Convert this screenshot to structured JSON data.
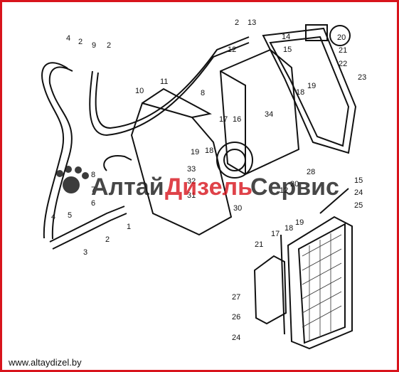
{
  "diagram": {
    "labels": [
      "1",
      "2",
      "2",
      "2",
      "2",
      "3",
      "4",
      "4",
      "5",
      "6",
      "7",
      "8",
      "8",
      "9",
      "10",
      "11",
      "12",
      "12",
      "13",
      "14",
      "15",
      "15",
      "16",
      "17",
      "17",
      "18",
      "18",
      "18",
      "19",
      "19",
      "19",
      "20",
      "20",
      "21",
      "21",
      "22",
      "23",
      "24",
      "24",
      "25",
      "26",
      "27",
      "28",
      "30",
      "31",
      "32",
      "33",
      "34"
    ]
  },
  "watermark": {
    "part1": "Алтай",
    "part2": "Дизель",
    "part3": "Сервис",
    "color_dark": "#1a1a1a",
    "color_red": "#d8141c"
  },
  "footer": {
    "url": "www.altaydizel.by"
  },
  "colors": {
    "border": "#d8141c",
    "line": "#111111"
  }
}
